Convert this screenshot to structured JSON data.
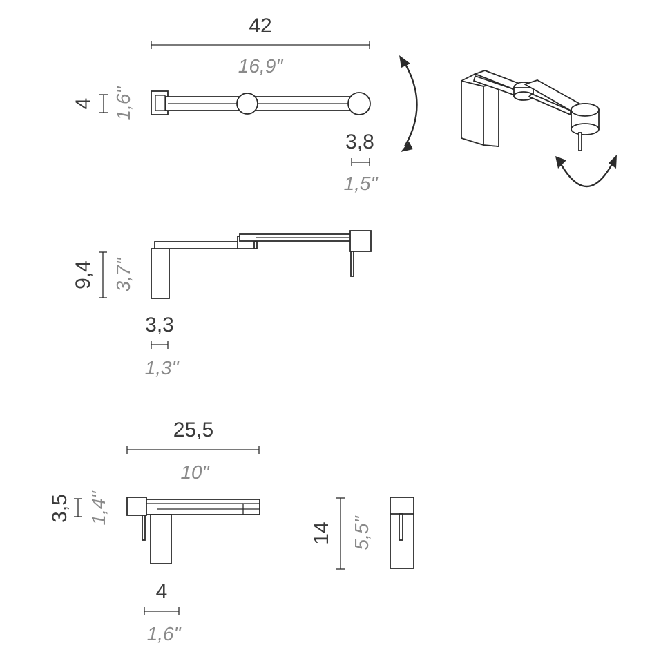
{
  "dimensions": {
    "top_width": {
      "cm": "42",
      "inch": "16,9\""
    },
    "top_height": {
      "cm": "4",
      "inch": "1,6\""
    },
    "head_diameter": {
      "cm": "3,8",
      "inch": "1,5\""
    },
    "side_height": {
      "cm": "9,4",
      "inch": "3,7\""
    },
    "base_width": {
      "cm": "3,3",
      "inch": "1,3\""
    },
    "folded_width": {
      "cm": "25,5",
      "inch": "10\""
    },
    "folded_arm_height": {
      "cm": "3,5",
      "inch": "1,4\""
    },
    "folded_base_width": {
      "cm": "4",
      "inch": "1,6\""
    },
    "front_height": {
      "cm": "14",
      "inch": "5,5\""
    }
  },
  "icons": [
    "rotation-arrow-icon",
    "swivel-arrow-icon"
  ]
}
